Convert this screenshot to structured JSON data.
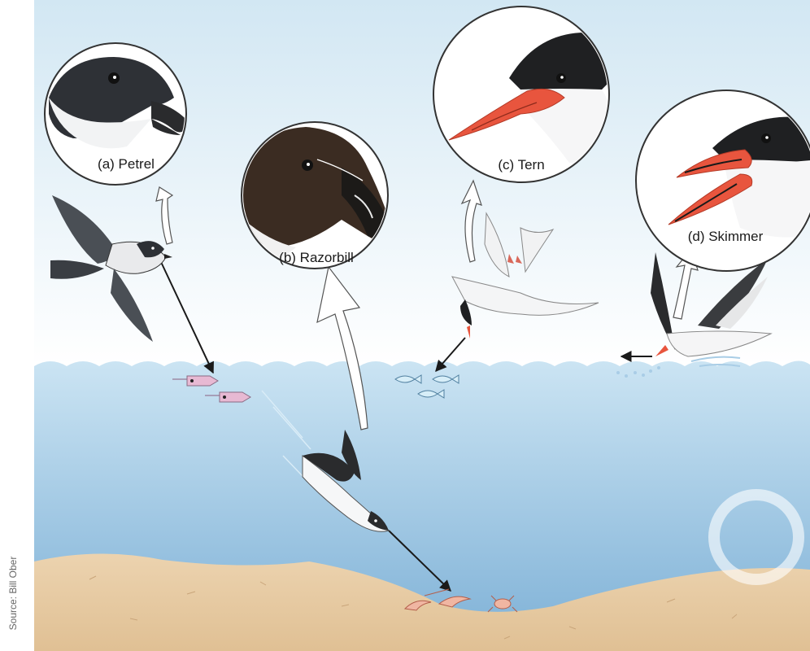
{
  "diagram": {
    "panels": [
      {
        "id": "a",
        "label": "(a) Petrel"
      },
      {
        "id": "b",
        "label": "(b) Razorbill"
      },
      {
        "id": "c",
        "label": "(c) Tern"
      },
      {
        "id": "d",
        "label": "(d) Skimmer"
      }
    ],
    "credit": "Source:  Bill Ober"
  },
  "colors": {
    "sky_top": "#d4e8f4",
    "sky_bottom": "#ffffff",
    "water_top": "#c8e2f2",
    "water_bottom": "#7fb0d6",
    "sand": "#e6c9a3",
    "tern_bill": "#e8553e",
    "ink": "#1a1a1a"
  }
}
